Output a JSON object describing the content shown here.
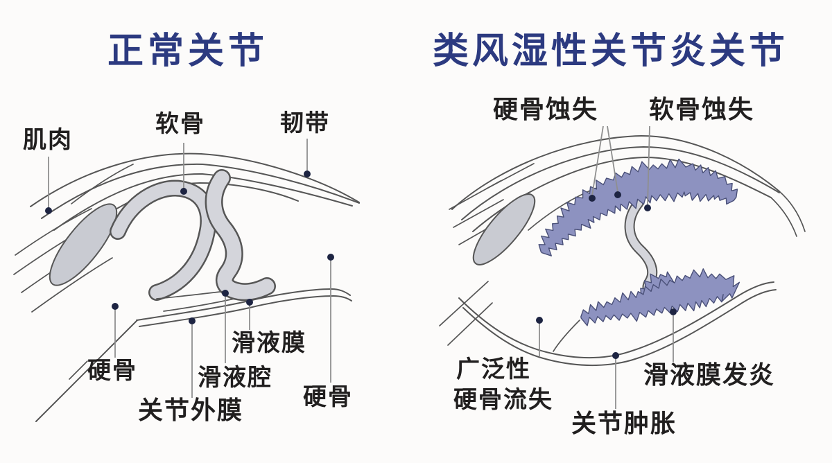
{
  "left_panel": {
    "title": "正常关节",
    "labels": {
      "muscle": "肌肉",
      "cartilage": "软骨",
      "ligament": "韧带",
      "hard_bone_left": "硬骨",
      "synovial_membrane": "滑液膜",
      "synovial_cavity": "滑液腔",
      "joint_capsule": "关节外膜",
      "hard_bone_right": "硬骨"
    }
  },
  "right_panel": {
    "title": "类风湿性关节炎关节",
    "labels": {
      "bone_erosion": "硬骨蚀失",
      "cartilage_erosion": "软骨蚀失",
      "widespread": "广泛性",
      "bone_loss": "硬骨流失",
      "joint_swelling": "关节肿胀",
      "synovitis": "滑液膜发炎"
    }
  },
  "colors": {
    "background": "#fcfbfa",
    "title": "#2c3a80",
    "label": "#211f1f",
    "line_art": "#565656",
    "bone_fill": "#d4d5db",
    "muscle_fill": "#c9cbd2",
    "pannus_fill": "#8d92c0",
    "pannus_outline": "#4a5078",
    "leader": "#8f8f8f",
    "dot": "#1d2442"
  }
}
